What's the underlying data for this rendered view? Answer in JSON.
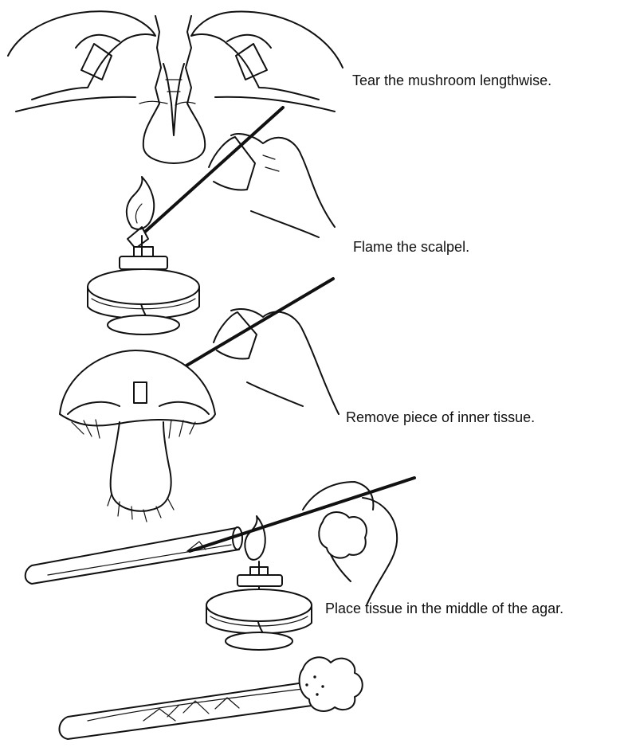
{
  "steps": [
    {
      "caption": "Tear the mushroom lengthwise."
    },
    {
      "caption": "Flame the scalpel."
    },
    {
      "caption": "Remove piece of inner tissue."
    },
    {
      "caption": "Place tissue in the middle of the agar."
    }
  ],
  "icons": [
    "hands-tearing-mushroom",
    "alcohol-lamp",
    "scalpel",
    "mushroom",
    "test-tube",
    "cotton-plug"
  ]
}
